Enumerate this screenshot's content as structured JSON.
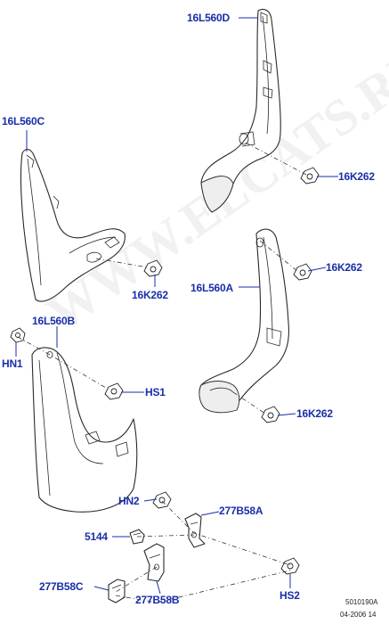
{
  "callouts": {
    "mudflap_rear_right": "16L560D",
    "mudflap_front_left": "16L560C",
    "mudflap_front_right": "16L560A",
    "mudflap_rear_left": "16L560B",
    "screw_top_right": "16K262",
    "screw_mid_right": "16K262",
    "screw_left": "16K262",
    "screw_lower_right": "16K262",
    "nut_hn1": "HN1",
    "screw_hs1": "HS1",
    "nut_hn2": "HN2",
    "bracket_a": "277B58A",
    "clip_5144": "5144",
    "bracket_c": "277B58C",
    "bracket_b": "277B58B",
    "screw_hs2": "HS2"
  },
  "reference": {
    "diagram_number": "5010190A",
    "date_code": "04-2006 14"
  },
  "watermark": "WWW.ELCATS.RU",
  "colors": {
    "callout_text": "#1a2fa8",
    "line_art": "#2a2a2a"
  }
}
